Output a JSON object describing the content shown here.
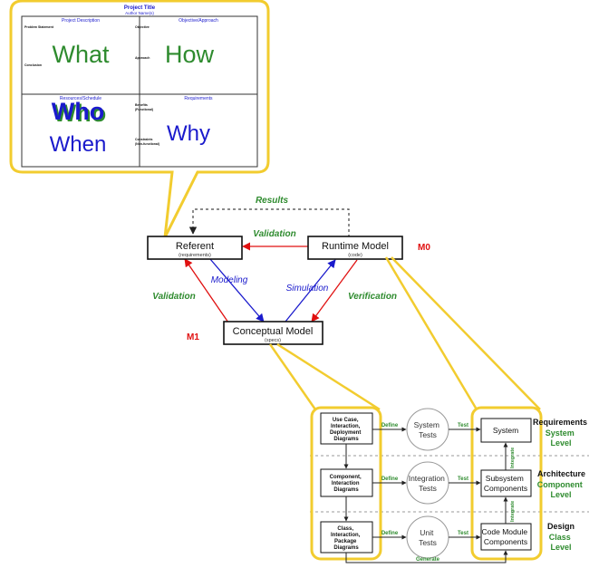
{
  "template": {
    "title": "Project Title",
    "author": "Author Name(s)",
    "q1_header": "Project Description",
    "q2_header": "Objective/Approach",
    "q3_header": "Resources/Schedule",
    "q4_header": "Requirements",
    "problem_label": "Problem Statement",
    "conclusion_label": "Conclusion",
    "objective_label": "Objective",
    "approach_label": "Approach",
    "benefits_label_1": "Benefits",
    "benefits_label_2": "(Functional)",
    "constraints_label_1": "Constraints",
    "constraints_label_2": "(Non-functional)",
    "what": "What",
    "how": "How",
    "who": "Who",
    "when": "When",
    "why": "Why"
  },
  "triangle": {
    "referent": "Referent",
    "referent_sub": "(requirements)",
    "runtime": "Runtime Model",
    "runtime_sub": "(code)",
    "conceptual": "Conceptual Model",
    "conceptual_sub": "(specs)",
    "results": "Results",
    "validation_top": "Validation",
    "validation_left": "Validation",
    "verification": "Verification",
    "modeling": "Modeling",
    "simulation": "Simulation",
    "m0": "M0",
    "m1": "M1"
  },
  "vmodel": {
    "left_1": [
      "Use Case,",
      "Interaction,",
      "Deployment",
      "Diagrams"
    ],
    "left_2": [
      "Component,",
      "Interaction",
      "Diagrams"
    ],
    "left_3": [
      "Class,",
      "Interaction,",
      "Package",
      "Diagrams"
    ],
    "test_1": [
      "System",
      "Tests"
    ],
    "test_2": [
      "Integration",
      "Tests"
    ],
    "test_3": [
      "Unit",
      "Tests"
    ],
    "right_1": [
      "System"
    ],
    "right_2": [
      "Subsystem",
      "Components"
    ],
    "right_3": [
      "Code Module",
      "Components"
    ],
    "define": "Define",
    "test": "Test",
    "integrate": "Integrate",
    "generate": "Generate",
    "level_1": "Requirements",
    "level_1_sub": [
      "System",
      "Level"
    ],
    "level_2": "Architecture",
    "level_2_sub": [
      "Component",
      "Level"
    ],
    "level_3": "Design",
    "level_3_sub": [
      "Class",
      "Level"
    ]
  },
  "colors": {
    "green": "#2e8b2e",
    "blue": "#1a1acc",
    "red": "#e01010",
    "yellow": "#f2cc2f"
  }
}
